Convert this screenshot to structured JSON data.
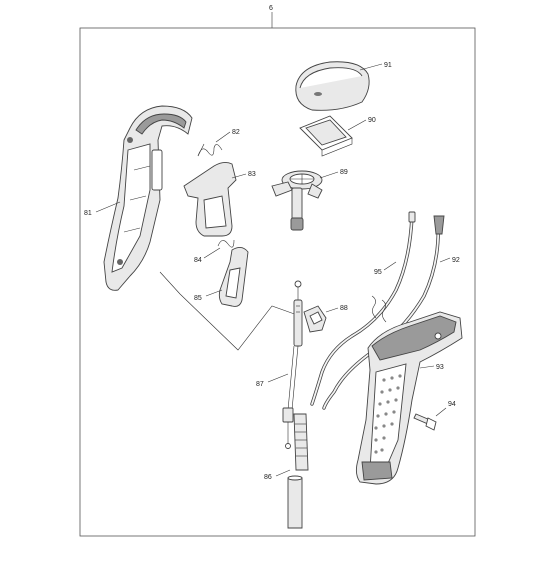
{
  "diagram": {
    "assembly_label": "6",
    "callouts": {
      "p81": "81",
      "p82": "82",
      "p83": "83",
      "p84": "84",
      "p85": "85",
      "p86": "86",
      "p87": "87",
      "p88": "88",
      "p89": "89",
      "p90": "90",
      "p91": "91",
      "p92": "92",
      "p93": "93",
      "p94": "94",
      "p95": "95"
    }
  }
}
